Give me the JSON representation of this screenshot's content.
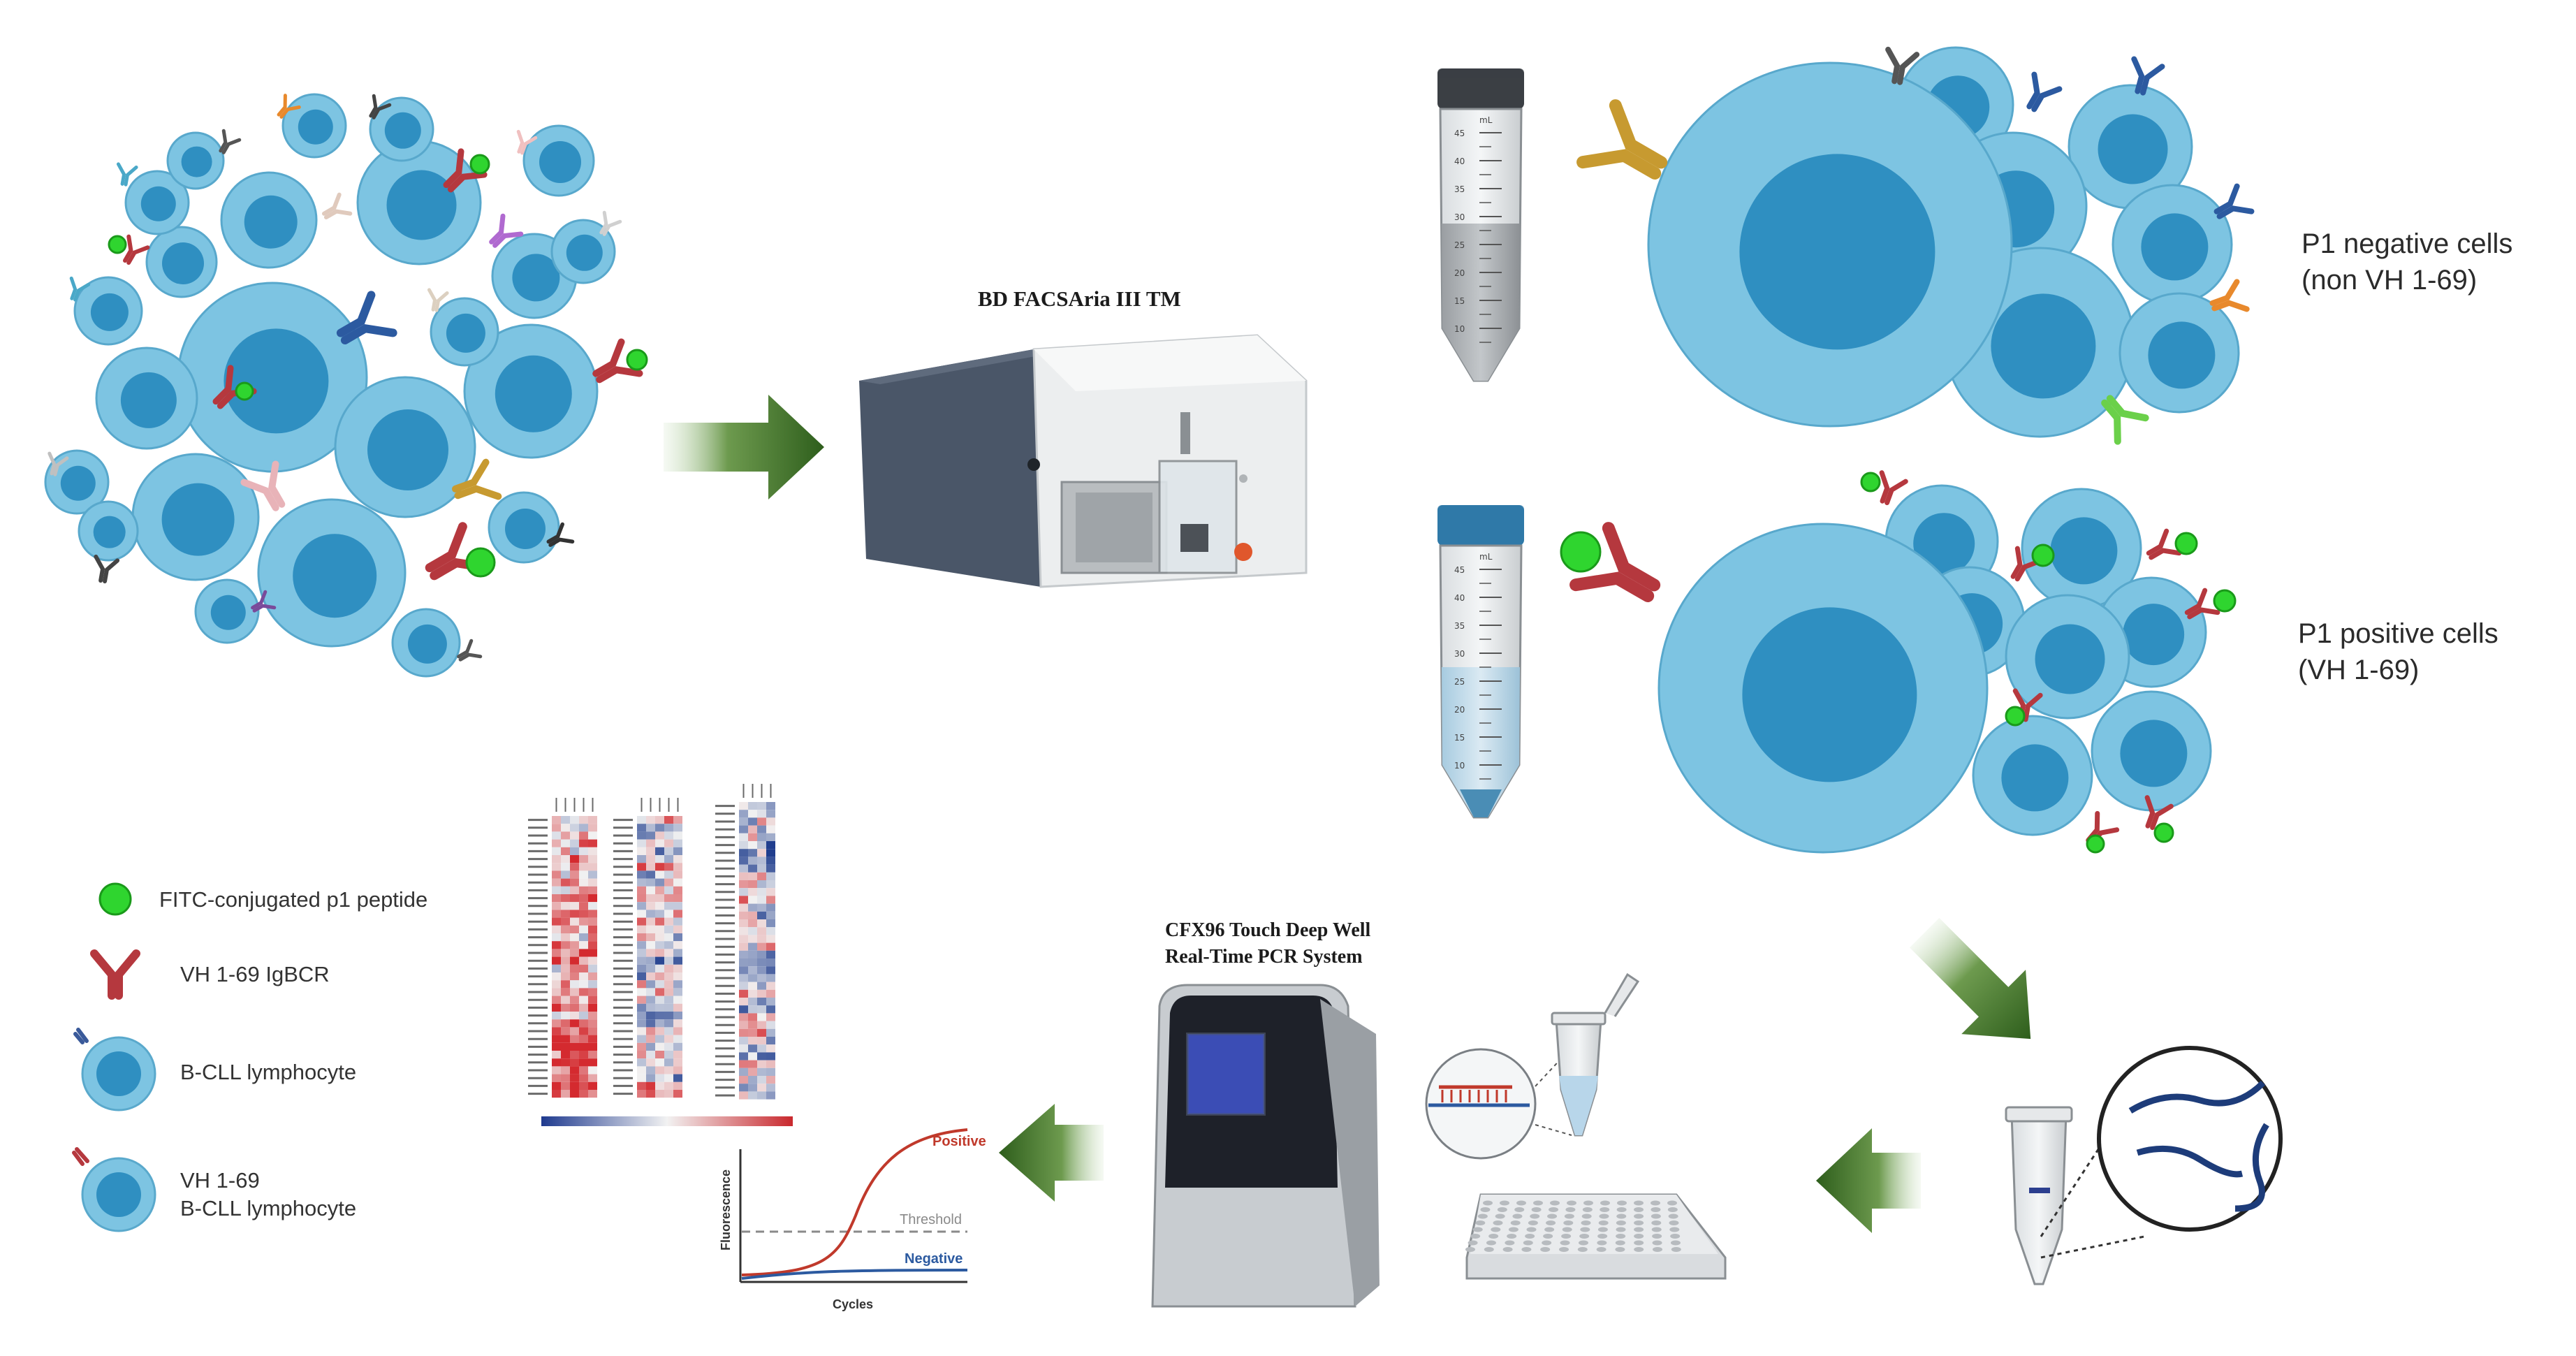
{
  "instruments": {
    "sorter_label": "BD FACSAria III TM",
    "pcr_label_line1": "CFX96 Touch Deep Well",
    "pcr_label_line2": "Real-Time PCR System"
  },
  "populations": {
    "negative_line1": "P1 negative cells",
    "negative_line2": "(non VH 1-69)",
    "positive_line1": "P1 positive cells",
    "positive_line2": "(VH 1-69)"
  },
  "legend": {
    "items": [
      {
        "label": "FITC-conjugated p1 peptide",
        "icon": "green-dot-icon"
      },
      {
        "label": "VH 1-69 IgBCR",
        "icon": "antibody-icon"
      },
      {
        "label": "B-CLL lymphocyte",
        "icon": "cell-icon"
      },
      {
        "label_line1": "VH 1-69",
        "label_line2": "B-CLL lymphocyte",
        "icon": "cell-with-bcr-icon"
      }
    ]
  },
  "tube_scale": [
    "45",
    "40",
    "35",
    "30",
    "25",
    "20",
    "15",
    "10"
  ],
  "tube_unit": "mL",
  "pcr_curve": {
    "positive": "Positive",
    "threshold": "Threshold",
    "negative": "Negative",
    "xlabel": "Cycles",
    "ylabel": "Fluorescence"
  },
  "colors": {
    "cell_outer": "#7dc4e2",
    "cell_nucleus": "#2f8fc1",
    "arrow": "#2e5e1c",
    "bcr_red": "#b5383e",
    "fitc_green": "#2fd52f",
    "curve_positive": "#c0392b",
    "curve_negative": "#2c5aa0"
  }
}
